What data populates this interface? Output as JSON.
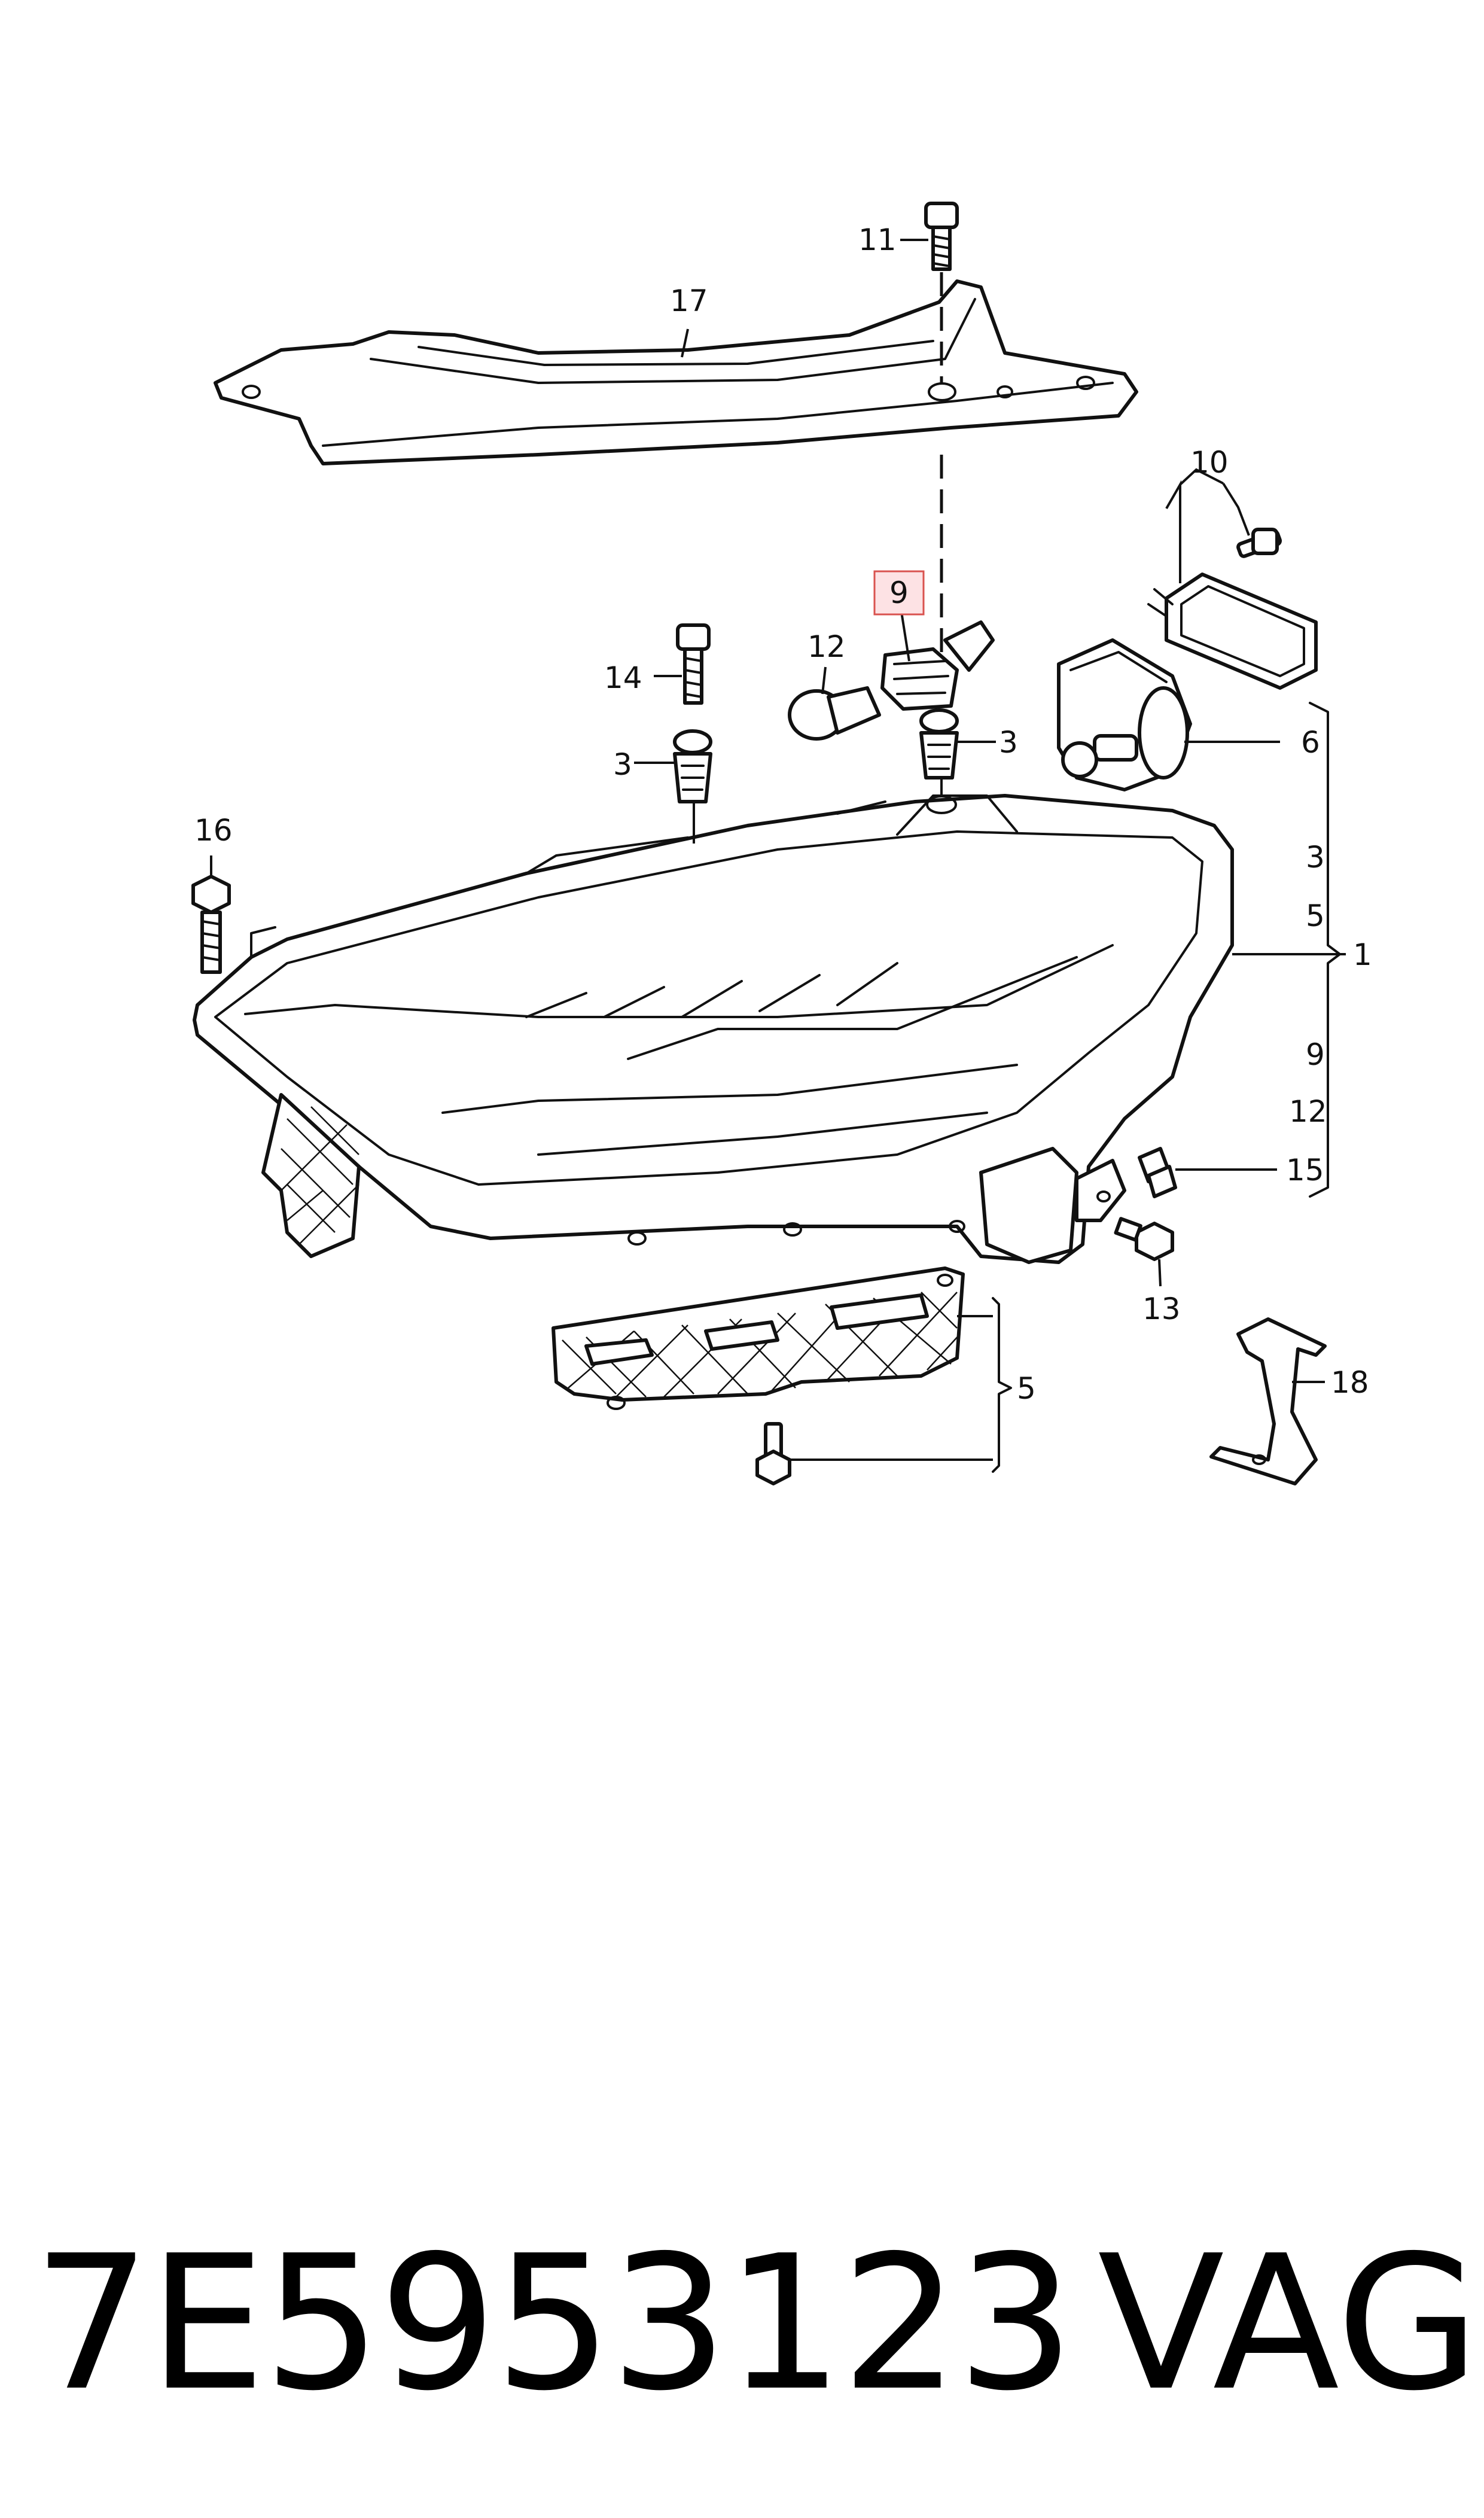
{
  "callouts": {
    "c1": "1",
    "c3a": "3",
    "c3b": "3",
    "c3c": "3",
    "c5a": "5",
    "c5b": "5",
    "c6": "6",
    "c9a": "9",
    "c9b": "9",
    "c10": "10",
    "c11": "11",
    "c12a": "12",
    "c12b": "12",
    "c13": "13",
    "c14": "14",
    "c15": "15",
    "c16": "16",
    "c17": "17",
    "c18": "18"
  },
  "highlighted_callout": "9",
  "colors": {
    "highlight_fill": "#fde2e4",
    "highlight_stroke": "#d9534f",
    "ink": "#111111"
  },
  "footer": {
    "part_number": "7E5953123",
    "brand": "VAG"
  }
}
